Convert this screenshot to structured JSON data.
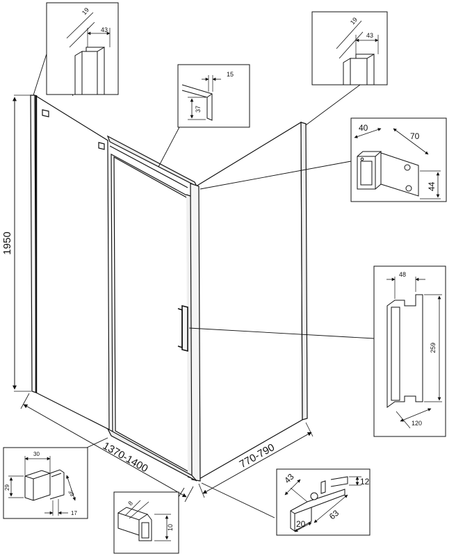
{
  "main": {
    "height": "1950",
    "front_width": "1370-1400",
    "side_depth": "770-790"
  },
  "callouts": {
    "wall_profile_left": {
      "thickness": "19",
      "depth": "43"
    },
    "wall_profile_right": {
      "thickness": "19",
      "depth": "43"
    },
    "top_rail": {
      "width": "15",
      "height": "37"
    },
    "corner_bracket": {
      "width": "40",
      "length": "70",
      "height": "44"
    },
    "handle": {
      "depth": "48",
      "length": "259",
      "projection": "120"
    },
    "glass_clamp": {
      "width": "30",
      "height": "29",
      "depth": "39",
      "offset": "17"
    },
    "bottom_profile": {
      "width": "8",
      "height": "10"
    },
    "foot_bracket": {
      "width": "43",
      "height": "12",
      "length": "63",
      "base": "20"
    }
  }
}
